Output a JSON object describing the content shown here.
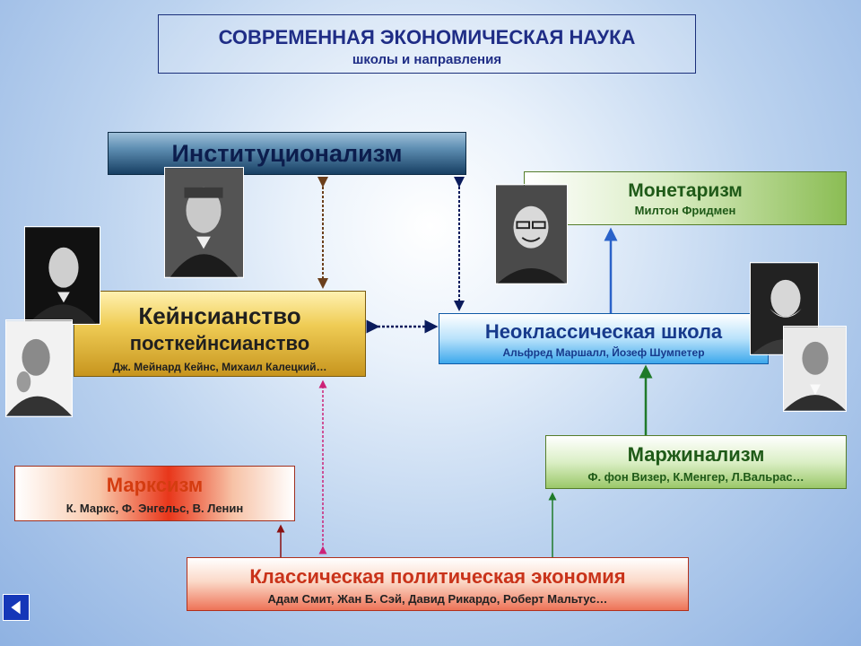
{
  "header": {
    "title": "СОВРЕМЕННАЯ ЭКОНОМИЧЕСКАЯ НАУКА",
    "subtitle": "школы и направления"
  },
  "schools": {
    "institutionalism": {
      "name": "Институционализм"
    },
    "monetarism": {
      "name": "Монетаризм",
      "people": "Милтон Фридмен"
    },
    "keynesianism": {
      "name": "Кейнсианство",
      "name2": "посткейнсианство",
      "people": "Дж. Мейнард Кейнс, Михаил Калецкий…"
    },
    "neoclassical": {
      "name": "Неоклассическая школа",
      "people": "Альфред Маршалл, Йозеф Шумпетер"
    },
    "marginalism": {
      "name": "Маржинализм",
      "people": "Ф. фон Визер, К.Менгер, Л.Вальрас…"
    },
    "marxism": {
      "name": "Марксизм",
      "people": "К. Маркс, Ф. Энгельс, В. Ленин"
    },
    "classical": {
      "name": "Классическая политическая экономия",
      "people": "Адам Смит, Жан Б. Сэй, Давид Рикардо, Роберт Мальтус…"
    }
  },
  "icons": {
    "back": "back-arrow-icon"
  },
  "colors": {
    "institutionalism": "#173f63",
    "monetarism": "#8bbd54",
    "keynesianism": "#efcc55",
    "neoclassical": "#3da8ec",
    "marginalism": "#9bc869",
    "marxism": "#e8361a",
    "classical": "#ee7357",
    "connector_brown": "#6b3f1c",
    "connector_navy": "#0a1b5c",
    "connector_blue": "#2a62c9",
    "connector_green": "#1f7a2a",
    "connector_magenta": "#cc2277",
    "connector_maroon": "#8a1010"
  }
}
